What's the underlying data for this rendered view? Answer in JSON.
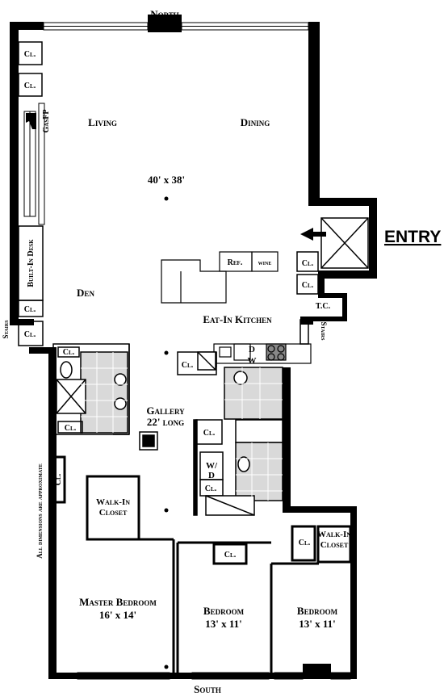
{
  "compass": {
    "north": "North",
    "south": "South"
  },
  "entry_label": "ENTRY",
  "rooms": {
    "living": "Living",
    "dining": "Dining",
    "great_room_size": "40' x 38'",
    "den": "Den",
    "kitchen": "Eat-In Kitchen",
    "gallery_title": "Gallery",
    "gallery_length": "22' long",
    "master_title": "Master Bedroom",
    "master_size": "16' x 14'",
    "bedroom2_title": "Bedroom",
    "bedroom2_size": "13' x 11'",
    "bedroom3_title": "Bedroom",
    "bedroom3_size": "13' x 11'",
    "walkin_master": [
      "Walk-In",
      "Closet"
    ],
    "walkin_bed3": [
      "Walk-In",
      "Closet"
    ]
  },
  "fixtures": {
    "closet": "Cl.",
    "gas_fp": "GasFP",
    "built_in_desk": "Built-In Desk",
    "stairs": "Stairs",
    "tc": "T.C.",
    "ref": "Ref.",
    "wine": "wine",
    "d": "D",
    "w": "W",
    "wd_top": "W/",
    "wd_bottom": "D"
  },
  "note": "All dimensions are approximate"
}
